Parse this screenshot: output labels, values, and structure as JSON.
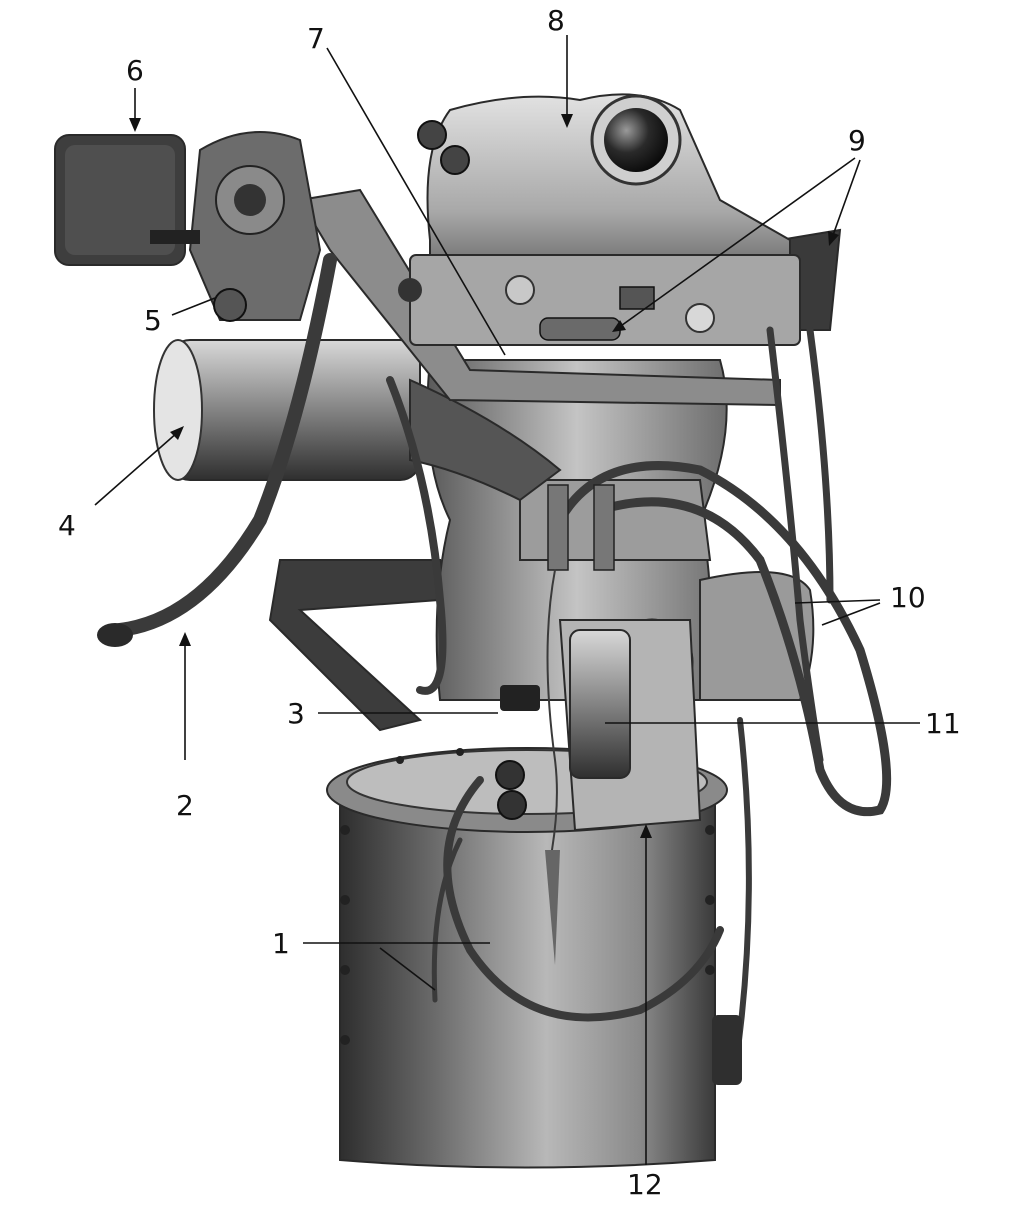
{
  "callouts": {
    "c1": "1",
    "c2": "2",
    "c3": "3",
    "c4": "4",
    "c5": "5",
    "c6": "6",
    "c7": "7",
    "c8": "8",
    "c9": "9",
    "c10": "10",
    "c11": "11",
    "c12": "12"
  },
  "colors": {
    "background": "#ffffff",
    "ink": "#111111",
    "metal_dark": "#2b2b2b",
    "metal_mid": "#7a7a7a",
    "metal_light": "#d6d6d6"
  }
}
